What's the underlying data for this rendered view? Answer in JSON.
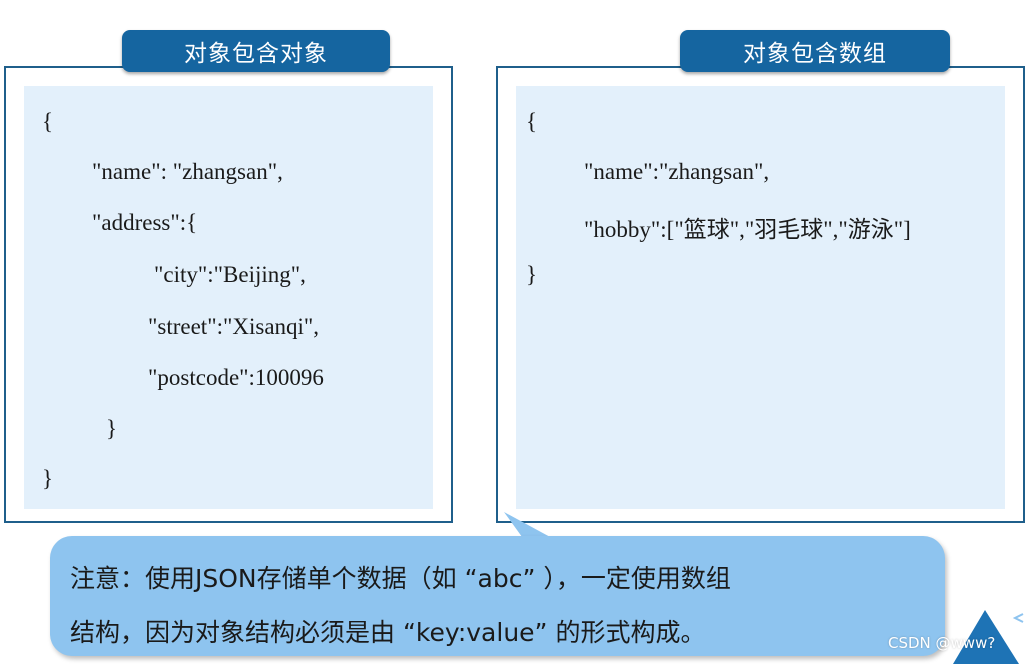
{
  "left_card": {
    "title": "对象包含对象",
    "lines": [
      "{",
      "\"name\": \"zhangsan\",",
      "\"address\":{",
      "\"city\":\"Beijing\",",
      "\"street\":\"Xisanqi\",",
      "\"postcode\":100096",
      "}",
      "}"
    ]
  },
  "right_card": {
    "title": "对象包含数组",
    "lines": [
      "{",
      "\"name\":\"zhangsan\",",
      "\"hobby\":[\"篮球\",\"羽毛球\",\"游泳\"]",
      "}"
    ]
  },
  "note": {
    "line1": "注意：使用JSON存储单个数据（如 “abc” ），一定使用数组",
    "line2": "结构，因为对象结构必须是由 “key:value” 的形式构成。"
  },
  "watermark": "CSDN @www?",
  "colors": {
    "tab_bg": "#1565a0",
    "panel_border": "#1f5f8b",
    "panel_fill": "#e3f0fb",
    "callout_fill": "#8ec4ef"
  }
}
